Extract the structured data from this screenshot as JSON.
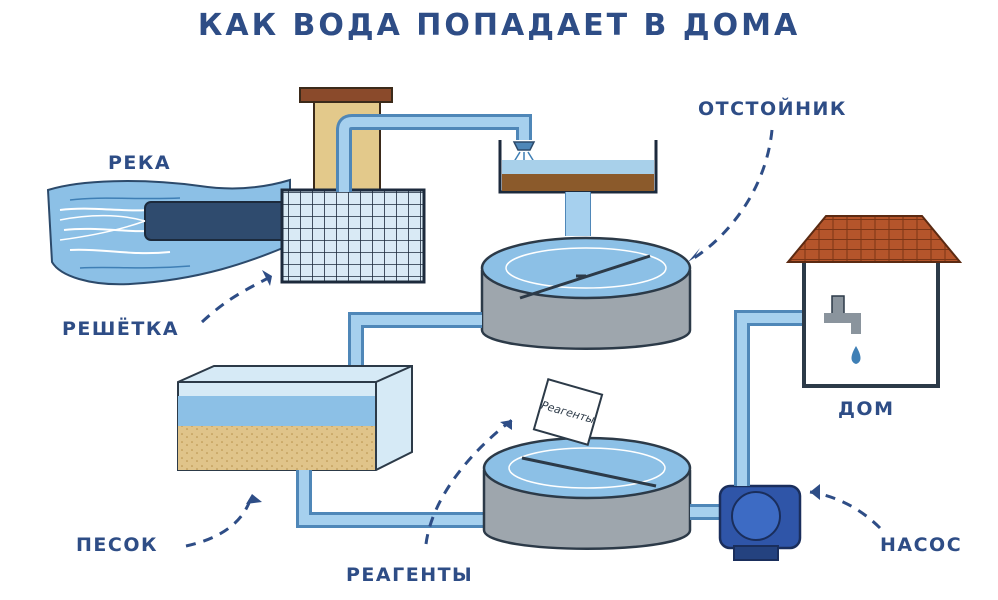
{
  "title": "КАК ВОДА ПОПАДАЕТ В ДОМА",
  "labels": {
    "river": "РЕКА",
    "grate": "РЕШЁТКА",
    "settler": "ОТСТОЙНИК",
    "house": "ДОМ",
    "sand": "ПЕСОК",
    "reagents": "РЕАГЕНТЫ",
    "pump": "НАСОС"
  },
  "bag_text": "Реагенты",
  "colors": {
    "text": "#2e4d86",
    "water": "#7fb6d9",
    "water_dark": "#3f7fb5",
    "pipe": "#8cc0e6",
    "tank": "#9ea6ad",
    "sediment": "#8b5a2b",
    "sand": "#e0c48a",
    "roof": "#b5552b",
    "pump": "#2f55a8"
  }
}
